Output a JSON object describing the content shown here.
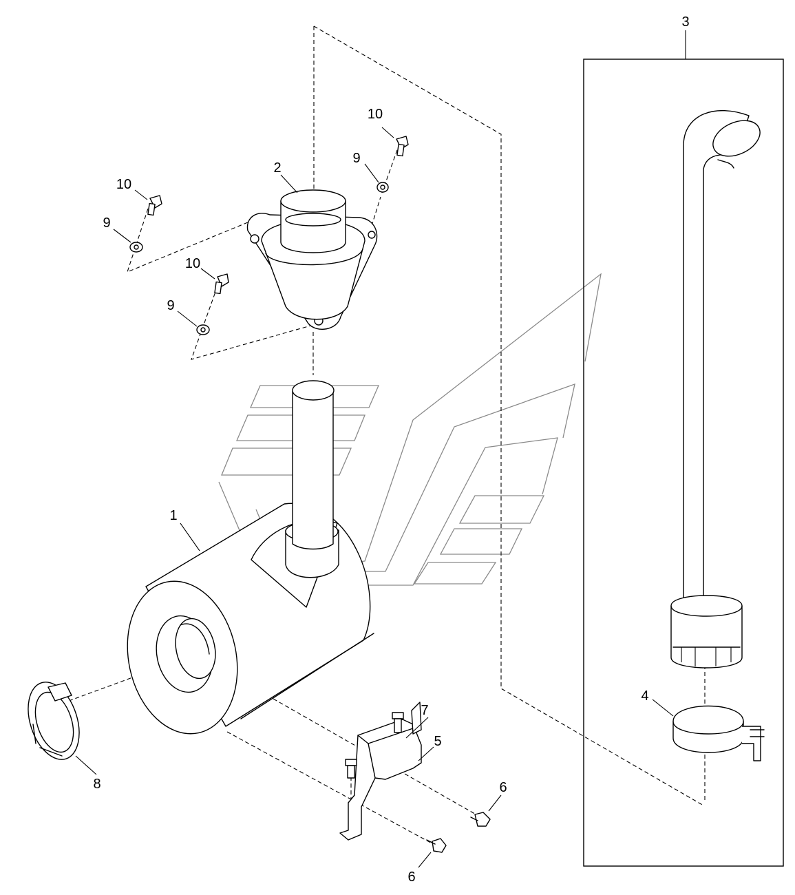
{
  "labels": {
    "item_1": "1",
    "item_2": "2",
    "item_3": "3",
    "item_4": "4",
    "item_5": "5",
    "item_6_right": "6",
    "item_6_bottom": "6",
    "item_7": "7",
    "item_8": "8",
    "item_9_top": "9",
    "item_9_left": "9",
    "item_9_right": "9",
    "item_10_top": "10",
    "item_10_left": "10",
    "item_10_right": "10"
  },
  "colors": {
    "line": "#000000",
    "watermark": "#8a8a8a",
    "background": "#ffffff"
  }
}
